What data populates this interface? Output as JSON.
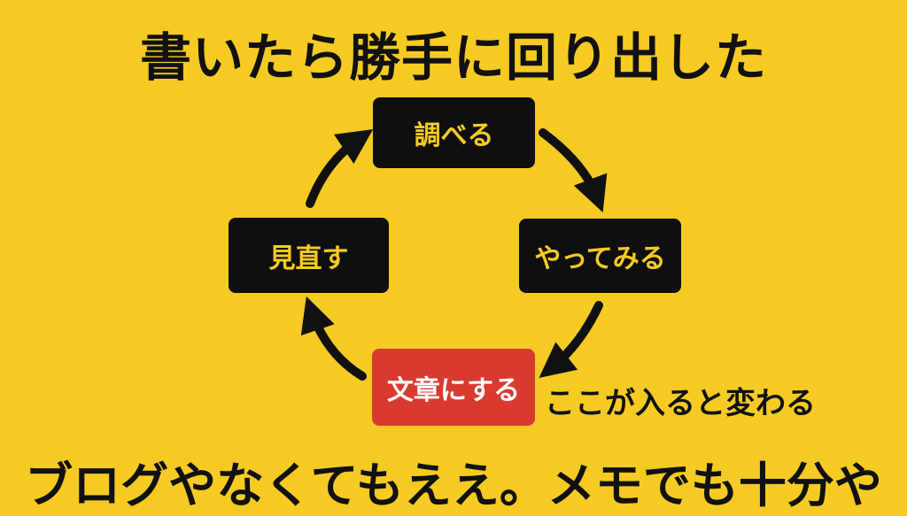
{
  "title": "書いたら勝手に回り出した",
  "cycle": {
    "nodes": [
      {
        "label": "調べる",
        "highlight": false
      },
      {
        "label": "やってみる",
        "highlight": false
      },
      {
        "label": "文章にする",
        "highlight": true
      },
      {
        "label": "見直す",
        "highlight": false
      }
    ],
    "annotation": "ここが入ると変わる"
  },
  "footer": "ブログやなくてもええ。メモでも十分や",
  "colors": {
    "background": "#F5CB23",
    "box_dark": "#0F0F0F",
    "box_text_dark": "#F5CB23",
    "box_highlight": "#D83A30",
    "box_text_highlight": "#FFFFFF",
    "arrow": "#111111"
  }
}
